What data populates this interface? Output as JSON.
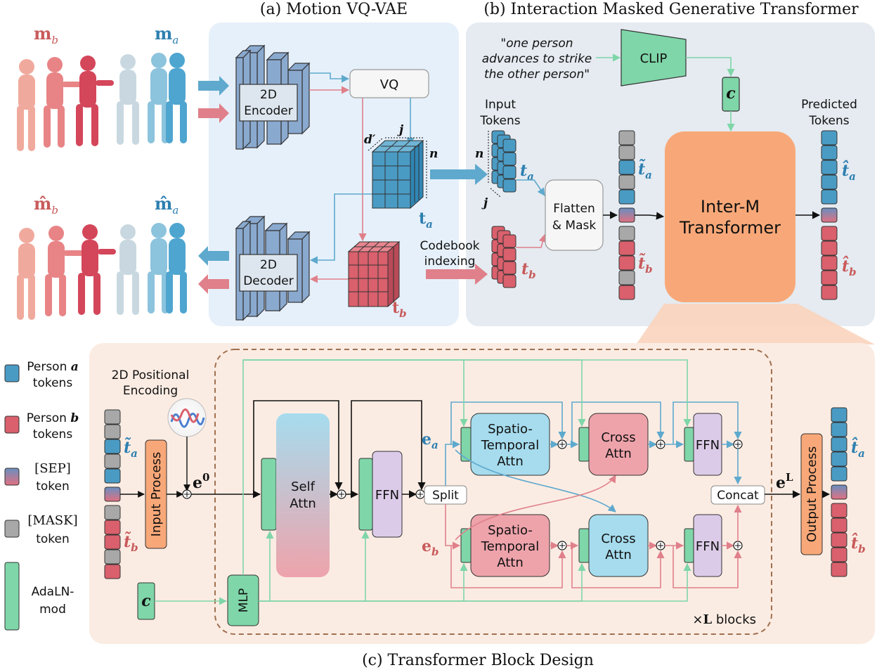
{
  "titles": {
    "vqvae": "(a) Motion VQ-VAE",
    "transformer": "(b) Interaction Masked Generative Transformer",
    "block": "(c) Transformer Block Design"
  },
  "vqvae": {
    "m_b": "m",
    "m_b_sub": "b",
    "m_a": "m",
    "m_a_sub": "a",
    "mhat_b": "m̂",
    "mhat_b_sub": "b",
    "mhat_a": "m̂",
    "mhat_a_sub": "a",
    "encoder_line1": "2D",
    "encoder_line2": "Encoder",
    "decoder_line1": "2D",
    "decoder_line2": "Decoder",
    "vq": "VQ",
    "d_prime": "d′",
    "j": "j",
    "n": "n",
    "t_a": "t",
    "t_a_sub": "a",
    "t_b": "t",
    "t_b_sub": "b"
  },
  "generative": {
    "prompt_line1": "\"one person",
    "prompt_line2": "advances to strike",
    "prompt_line3": "the other person\"",
    "clip": "CLIP",
    "c": "c",
    "input_tokens_line1": "Input",
    "input_tokens_line2": "Tokens",
    "n": "n",
    "j": "j",
    "t_a": "t",
    "t_a_sub": "a",
    "t_b": "t",
    "t_b_sub": "b",
    "codebook_line1": "Codebook",
    "codebook_line2": "indexing",
    "flatten_line1": "Flatten",
    "flatten_line2": "& Mask",
    "ttilde_a": "t̃",
    "ttilde_a_sub": "a",
    "ttilde_b": "t̃",
    "ttilde_b_sub": "b",
    "transformer_line1": "Inter-M",
    "transformer_line2": "Transformer",
    "predicted_line1": "Predicted",
    "predicted_line2": "Tokens",
    "that_a": "t̂",
    "that_a_sub": "a",
    "that_b": "t̂",
    "that_b_sub": "b"
  },
  "legend": {
    "person_a_line1": "Person",
    "person_a_var": "a",
    "person_a_line2": "tokens",
    "person_b_line1": "Person",
    "person_b_var": "b",
    "person_b_line2": "tokens",
    "sep_line1": "[SEP]",
    "sep_line2": "token",
    "mask_line1": "[MASK]",
    "mask_line2": "token",
    "adaln_line1": "AdaLN-",
    "adaln_line2": "mod"
  },
  "block": {
    "pos_enc_line1": "2D Positional",
    "pos_enc_line2": "Encoding",
    "ttilde_a": "t̃",
    "ttilde_a_sub": "a",
    "ttilde_b": "t̃",
    "ttilde_b_sub": "b",
    "input_process": "Input Process",
    "e0": "e",
    "e0_sup": "0",
    "c": "c",
    "mlp": "MLP",
    "self_attn_line1": "Self",
    "self_attn_line2": "Attn",
    "ffn": "FFN",
    "split": "Split",
    "e_a": "e",
    "e_a_sub": "a",
    "e_b": "e",
    "e_b_sub": "b",
    "st_attn_line1": "Spatio-",
    "st_attn_line2": "Temporal",
    "st_attn_line3": "Attn",
    "cross_line1": "Cross",
    "cross_line2": "Attn",
    "concat": "Concat",
    "eL": "e",
    "eL_sup": "L",
    "output_process": "Output Process",
    "that_a": "t̂",
    "that_a_sub": "a",
    "that_b": "t̂",
    "that_b_sub": "b",
    "blocks_times": "×",
    "blocks_L": "L",
    "blocks_word": "blocks"
  },
  "colors": {
    "person_a": "#4a9bc4",
    "person_b": "#d95f6f",
    "sep_top": "#6a8fc0",
    "sep_bottom": "#e07080",
    "mask": "#a8a8a8",
    "adaln": "#7fd6a8",
    "clip": "#7fd6a8",
    "encoder": "#8aa9cf",
    "cube_a": "#4a9bc4",
    "cube_b": "#d9606c",
    "transformer": "#f8a878",
    "panel_a": "#e6f0fa",
    "panel_b": "#e5ebf1",
    "panel_c": "#fbece3",
    "st_a": "#a6dcee",
    "st_b": "#eea3ab",
    "ffn": "#dccbe8",
    "arrow_a": "#5ea9cd",
    "arrow_b": "#e0808a",
    "arrow_c": "#7fd6a8",
    "text_a": "#2d7fb0",
    "text_b": "#c85a5a"
  }
}
